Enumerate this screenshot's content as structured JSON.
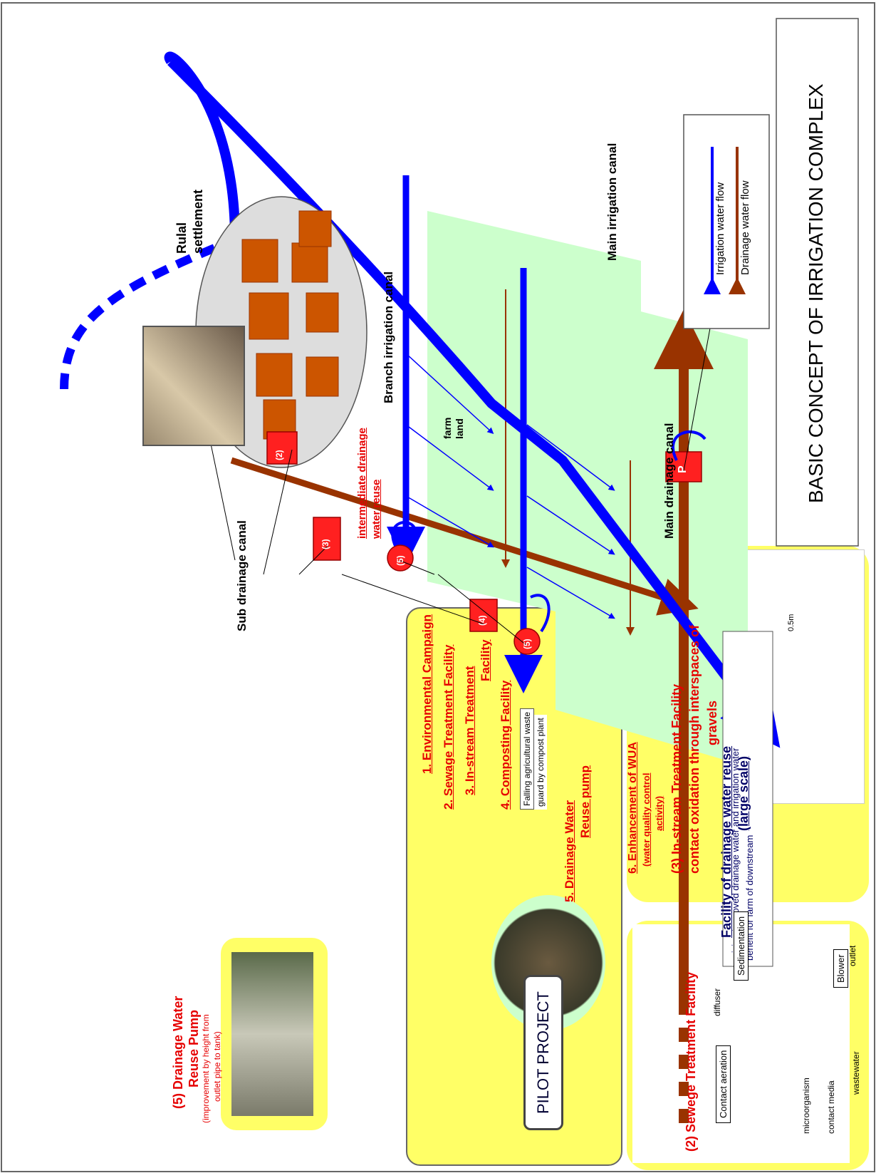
{
  "title": "BASIC CONCEPT OF IRRIGATION COMPLEX",
  "legend": {
    "irrigation": "Irrigation water flow",
    "drainage": "Drainage  water flow",
    "irrigation_color": "#0000ff",
    "drainage_color": "#993300"
  },
  "labels": {
    "rural_1": "Rulal",
    "rural_2": "settlement",
    "main_irrigation": "Main irrigation canal",
    "branch_irrigation": "Branch irrigation canal",
    "farm_1": "farm",
    "farm_2": "land",
    "sub_drainage": "Sub drainage  canal",
    "main_drainage": "Main drainage  canal",
    "intermediate_1": "intermediate drainage",
    "intermediate_2": "water reuse",
    "facility_1": "Facility of drainage water reuse",
    "facility_2": "(large  scale)",
    "mixing_1": "mixing improved drainage water and irrigation water",
    "mixing_2": "benefit for farm of downstream",
    "pump_p": "P"
  },
  "markers": {
    "m2": "(2)",
    "m3": "(3)",
    "m4": "(4)",
    "m5": "(5)"
  },
  "pilot": {
    "title": "PILOT PROJECT",
    "items": [
      "1. Environmental Campaign",
      "2. Sewage Treatment Facility",
      "3. In-stream Treatment",
      "Facility",
      "4. Composting Facility",
      "5. Drainage Water",
      "Reuse pump",
      "6. Enhancement of WUA",
      "(water quality control",
      "activity)"
    ],
    "composting_note_1": "Falling agricultural waste",
    "composting_note_2": "guard by compost plant"
  },
  "sewage": {
    "title": "(2) Sewege Treatment Facility",
    "blower": "Blower",
    "outlet": "outlet",
    "wastewater": "wastewater",
    "contact_media": "contact media",
    "microorganism": "microorganism",
    "diffuser": "diffuser",
    "contact_aeration": "Contact aeration",
    "sedimentation": "Sedimentation"
  },
  "instream": {
    "title_1": "(3) In-stream Treatment Facility",
    "title_2": "contact oxidation through interspaces of",
    "title_3": "gravels",
    "depth": "0.5m"
  },
  "pump_photo": {
    "title_1": "(5) Drainage Water",
    "title_2": "Reuse Pump",
    "note_1": "(improvement by height from",
    "note_2": "outlet pipe to tank)"
  }
}
